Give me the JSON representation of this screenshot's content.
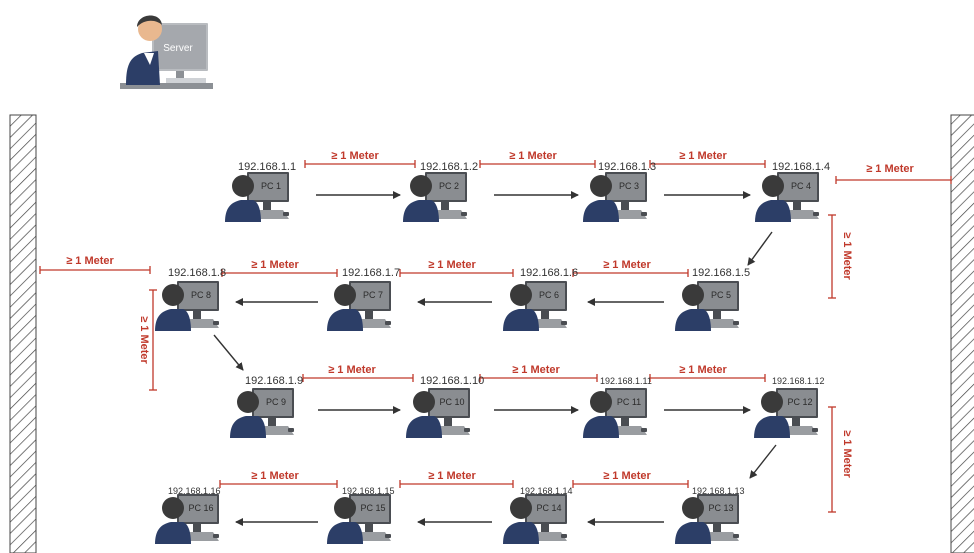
{
  "server": {
    "label": "Server",
    "icon": "server-operator-icon"
  },
  "distance_label": "≥ 1 Meter",
  "colors": {
    "distance_red": "#c0392b",
    "arrow": "#333333",
    "monitor": "#8a8d91",
    "person_suit": "#2c3e67",
    "hair": "#3a3a3a"
  },
  "pcs": [
    {
      "name": "PC 1",
      "ip": "192.168.1.1"
    },
    {
      "name": "PC 2",
      "ip": "192.168.1.2"
    },
    {
      "name": "PC 3",
      "ip": "192.168.1.3"
    },
    {
      "name": "PC 4",
      "ip": "192.168.1.4"
    },
    {
      "name": "PC 5",
      "ip": "192.168.1.5"
    },
    {
      "name": "PC 6",
      "ip": "192.168.1.6"
    },
    {
      "name": "PC 7",
      "ip": "192.168.1.7"
    },
    {
      "name": "PC 8",
      "ip": "192.168.1.8"
    },
    {
      "name": "PC 9",
      "ip": "192.168.1.9"
    },
    {
      "name": "PC 10",
      "ip": "192.168.1.10"
    },
    {
      "name": "PC 11",
      "ip": "192.168.1.11"
    },
    {
      "name": "PC 12",
      "ip": "192.168.1.12"
    },
    {
      "name": "PC 13",
      "ip": "192.168.1.13"
    },
    {
      "name": "PC 14",
      "ip": "192.168.1.14"
    },
    {
      "name": "PC 15",
      "ip": "192.168.1.15"
    },
    {
      "name": "PC 16",
      "ip": "192.168.1.16"
    }
  ]
}
